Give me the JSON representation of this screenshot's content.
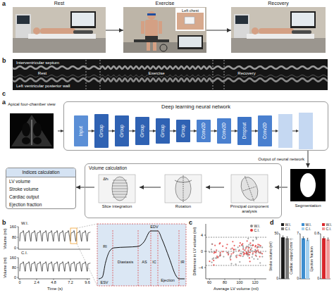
{
  "diagram": {
    "nodes": [
      {
        "text": [
          "Rest"
        ]
      },
      {
        "text": [
          "Exercise"
        ]
      },
      {
        "text": [
          "Recovery"
        ]
      },
      {
        "text": [
          "Apical four-chamber view"
        ]
      },
      {
        "text": [
          "Deep learning neural network"
        ]
      },
      {
        "text": [
          "Input"
        ],
        "in": 4
      },
      {
        "text": [
          "Group"
        ],
        "in": 4
      },
      {
        "text": [
          "Group"
        ],
        "in": 4
      },
      {
        "text": [
          "Group"
        ],
        "in": 4
      },
      {
        "text": [
          "Group"
        ],
        "in": 4
      },
      {
        "text": [
          "Group"
        ],
        "in": 4
      },
      {
        "text": [
          "Conv2D"
        ],
        "in": 4
      },
      {
        "text": [
          "Conv2D"
        ],
        "in": 4
      },
      {
        "text": [
          "Dropout"
        ],
        "in": 4
      },
      {
        "text": [
          "Conv2D"
        ],
        "in": 4
      },
      {
        "text": [
          "Indices calculation",
          "LV volume",
          "Stroke volume",
          "Cardiac output",
          "Ejection fraction"
        ]
      },
      {
        "text": [
          "Volume calculation"
        ]
      },
      {
        "text": [
          "Slice integration"
        ],
        "in": 16
      },
      {
        "text": [
          "Rotation"
        ],
        "in": 16
      },
      {
        "text": [
          "Principal component analysis"
        ],
        "in": 16
      },
      {
        "text": [
          "Segmentation"
        ]
      }
    ],
    "edges": [
      {
        "from": 0,
        "to": 1,
        "arrow": "to"
      },
      {
        "from": 1,
        "to": 2,
        "arrow": "to"
      },
      {
        "from": 3,
        "to": 4,
        "arrow": "to"
      },
      {
        "from": 5,
        "to": 6,
        "arrow": "to"
      },
      {
        "from": 6,
        "to": 7,
        "arrow": "to"
      },
      {
        "from": 7,
        "to": 8,
        "arrow": "to"
      },
      {
        "from": 8,
        "to": 9,
        "arrow": "to"
      },
      {
        "from": 9,
        "to": 10,
        "arrow": "to"
      },
      {
        "from": 10,
        "to": 11,
        "arrow": "to"
      },
      {
        "from": 11,
        "to": 12,
        "arrow": "to"
      },
      {
        "from": 12,
        "to": 13,
        "arrow": "to"
      },
      {
        "from": 13,
        "to": 14,
        "arrow": "to"
      },
      {
        "from": 4,
        "to": 20,
        "label": "Output of neural network",
        "arrow": "to"
      },
      {
        "from": 20,
        "to": 19,
        "arrow": "to"
      },
      {
        "from": 19,
        "to": 18,
        "arrow": "to"
      },
      {
        "from": 18,
        "to": 17,
        "arrow": "to"
      },
      {
        "from": 17,
        "to": 15,
        "arrow": "to"
      }
    ],
    "labels": [
      "a",
      "Left chest",
      "b",
      "Interventricular septum",
      "Rest",
      "Exercise",
      "Recovery",
      "Left ventricular posterior wall",
      "c",
      "a",
      "Δhᵢ",
      "b",
      "W.I.",
      "Volume (ml)",
      "160",
      "80",
      "0",
      "C.I.",
      "Volume (ml)",
      "160",
      "80",
      "0",
      "0",
      "2.4",
      "4.8",
      "7.2",
      "9.6",
      "Time (s)",
      "EDV",
      "AS",
      "Diastasis",
      "IC",
      "Ejection",
      "RI",
      "ESV",
      "IR",
      "c",
      "Difference in LV volume (ml)",
      "4",
      "0",
      "−4",
      "60",
      "80",
      "100",
      "120",
      "Average LV volume (ml)",
      "d",
      "Stroke volume (ml)",
      "0",
      "50",
      "Cardiac output (l min⁻¹)",
      "0",
      "7",
      "Ejection fraction",
      "0",
      "0.8"
    ],
    "legend": [
      {
        "text": "W.I.",
        "color": "#8c8c8c"
      },
      {
        "text": "C.I.",
        "color": "#e2393a"
      },
      {
        "text": "W.I.",
        "color": "#1a1a1a"
      },
      {
        "text": "C.I.",
        "color": "#7a7a7a"
      },
      {
        "text": "W.I.",
        "color": "#3d8ed0"
      },
      {
        "text": "C.I.",
        "color": "#a6d1f0"
      },
      {
        "text": "W.I.",
        "color": "#d9262b"
      },
      {
        "text": "C.I.",
        "color": "#f19a9a"
      }
    ]
  }
}
